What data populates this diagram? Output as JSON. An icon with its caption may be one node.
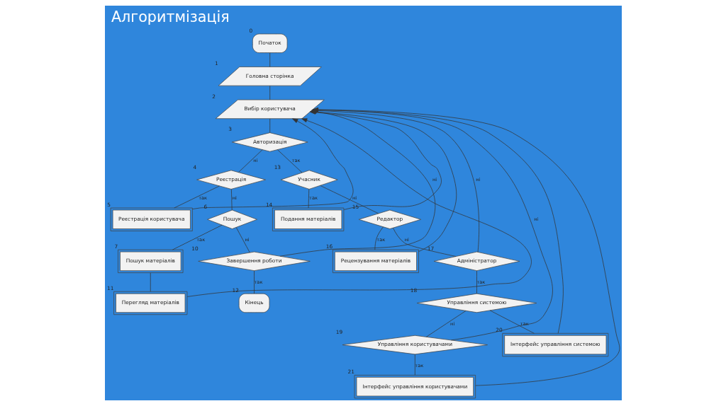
{
  "diagram": {
    "title": "Алгоритмізація",
    "nodes": [
      {
        "text": [
          "Початок"
        ],
        "beside": [
          "0"
        ]
      },
      {
        "text": [
          "Головна сторінка"
        ],
        "beside": [
          "1"
        ]
      },
      {
        "text": [
          "Вибір користувача"
        ],
        "beside": [
          "2"
        ]
      },
      {
        "text": [
          "Авторизація"
        ],
        "beside": [
          "3"
        ]
      },
      {
        "text": [
          "Реєстрація"
        ],
        "beside": [
          "4"
        ]
      },
      {
        "text": [
          "Реєстрація користувача"
        ],
        "beside": [
          "5"
        ]
      },
      {
        "text": [
          "Пошук"
        ],
        "beside": [
          "6"
        ]
      },
      {
        "text": [
          "Пошук матеріалів"
        ],
        "beside": [
          "7"
        ]
      },
      {
        "text": [
          "Перегляд матеріалів"
        ],
        "beside": [
          "11"
        ]
      },
      {
        "text": [
          "Завершення роботи"
        ],
        "beside": [
          "10"
        ]
      },
      {
        "text": [
          "Кінець"
        ],
        "beside": [
          "12"
        ]
      },
      {
        "text": [
          "Учасник"
        ],
        "beside": [
          "13"
        ]
      },
      {
        "text": [
          "Подання матеріалів"
        ],
        "beside": [
          "14"
        ]
      },
      {
        "text": [
          "Редактор"
        ],
        "beside": [
          "15"
        ]
      },
      {
        "text": [
          "Рецензування матеріалів"
        ],
        "beside": [
          "16"
        ]
      },
      {
        "text": [
          "Адміністратор"
        ],
        "beside": [
          "17"
        ]
      },
      {
        "text": [
          "Управління системою"
        ],
        "beside": [
          "18"
        ]
      },
      {
        "text": [
          "Управління користувачами"
        ],
        "beside": [
          "19"
        ]
      },
      {
        "text": [
          "Інтерфейс управління системою"
        ],
        "beside": [
          "20"
        ]
      },
      {
        "text": [
          "Інтерфейс управління користувачами"
        ],
        "beside": [
          "21"
        ]
      }
    ],
    "edges": [
      {
        "from": 0,
        "to": 1,
        "arrow": "none"
      },
      {
        "from": 1,
        "to": 2,
        "arrow": "none"
      },
      {
        "from": 2,
        "to": 3,
        "arrow": "none"
      },
      {
        "from": 3,
        "to": 11,
        "arrow": "none",
        "label": "так"
      },
      {
        "from": 3,
        "to": 4,
        "arrow": "none",
        "label": "ні"
      },
      {
        "from": 4,
        "to": 5,
        "arrow": "none",
        "label": "так"
      },
      {
        "from": 4,
        "to": 6,
        "arrow": "none",
        "label": "ні"
      },
      {
        "from": 6,
        "to": 7,
        "arrow": "none",
        "label": "так"
      },
      {
        "from": 6,
        "to": 9,
        "arrow": "none",
        "label": "ні"
      },
      {
        "from": 7,
        "to": 8,
        "arrow": "none"
      },
      {
        "from": 9,
        "to": 10,
        "arrow": "none",
        "label": "так"
      },
      {
        "from": 9,
        "to": 2,
        "arrow": "to",
        "label": "ні"
      },
      {
        "from": 8,
        "to": 2,
        "arrow": "to"
      },
      {
        "from": 5,
        "to": 2,
        "arrow": "to"
      },
      {
        "from": 11,
        "to": 12,
        "arrow": "none",
        "label": "так"
      },
      {
        "from": 11,
        "to": 13,
        "arrow": "none",
        "label": "ні"
      },
      {
        "from": 13,
        "to": 14,
        "arrow": "none",
        "label": "так"
      },
      {
        "from": 13,
        "to": 15,
        "arrow": "none",
        "label": "ні"
      },
      {
        "from": 12,
        "to": 2,
        "arrow": "to"
      },
      {
        "from": 14,
        "to": 2,
        "arrow": "to"
      },
      {
        "from": 15,
        "to": 2,
        "arrow": "to",
        "label": "ні"
      },
      {
        "from": 15,
        "to": 16,
        "arrow": "none",
        "label": "так"
      },
      {
        "from": 16,
        "to": 18,
        "arrow": "none",
        "label": "так"
      },
      {
        "from": 16,
        "to": 17,
        "arrow": "none",
        "label": "ні"
      },
      {
        "from": 17,
        "to": 19,
        "arrow": "none",
        "label": "так"
      },
      {
        "from": 17,
        "to": 2,
        "arrow": "to",
        "label": "ні"
      },
      {
        "from": 18,
        "to": 2,
        "arrow": "to"
      },
      {
        "from": 19,
        "to": 2,
        "arrow": "to"
      }
    ]
  }
}
